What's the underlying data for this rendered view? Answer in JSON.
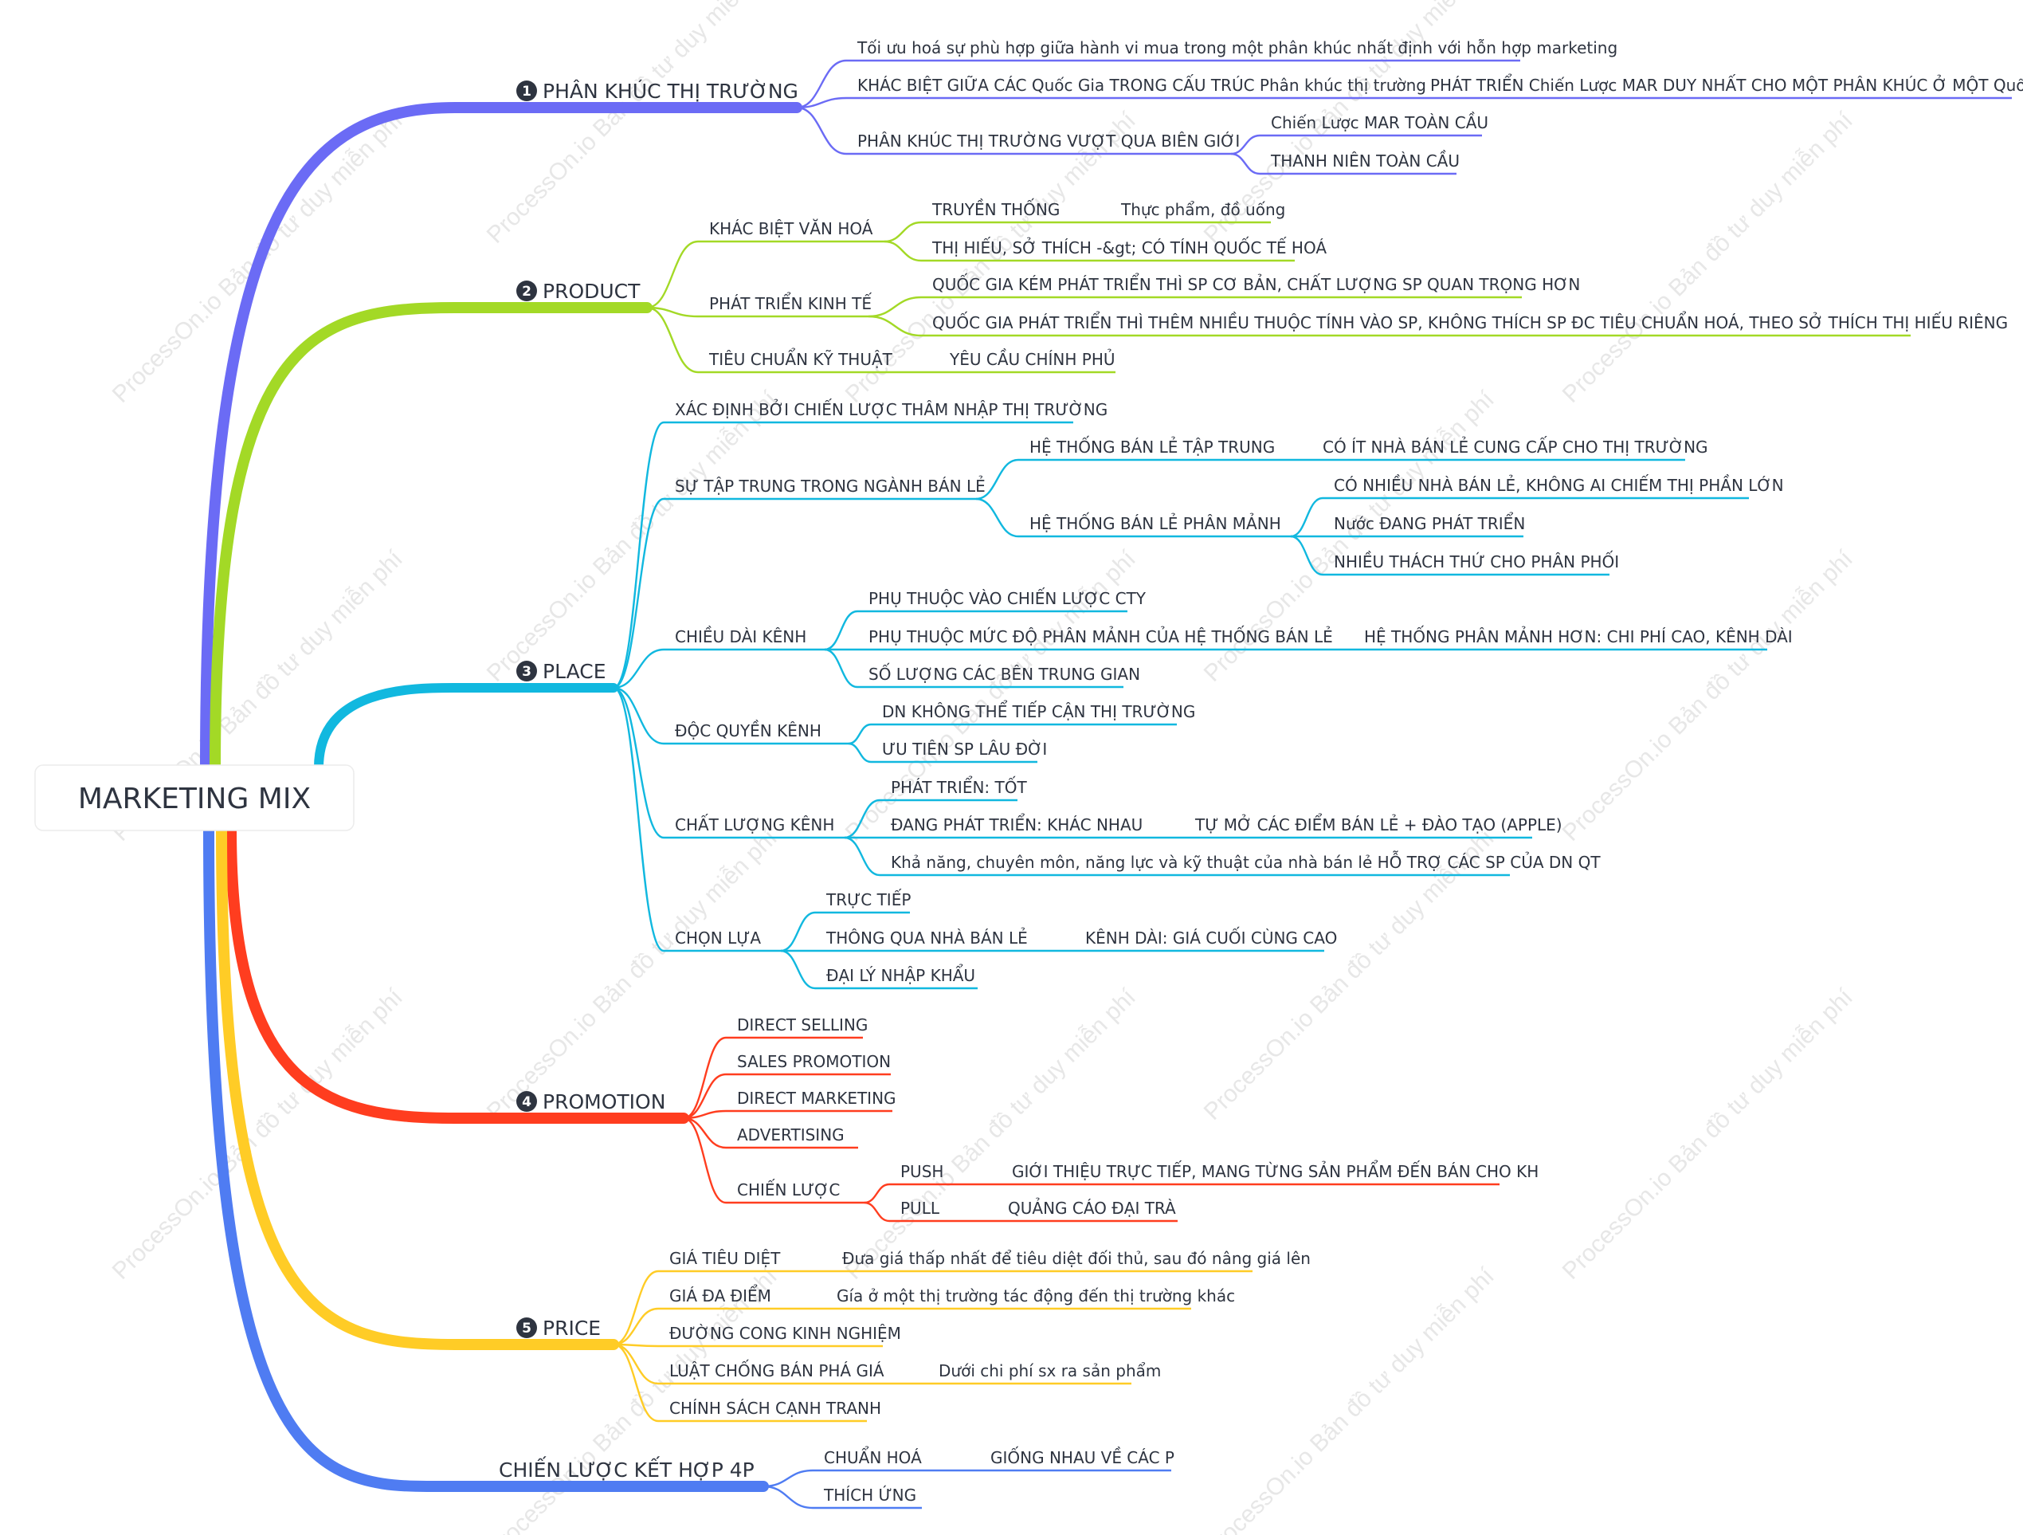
{
  "root": "MARKETING MIX",
  "watermark": "ProcessOn.io Bản đồ tư duy miễn phí",
  "branches": [
    {
      "number": "1",
      "label": "PHÂN KHÚC THỊ TRƯỜNG",
      "color": "#6b6bf5",
      "children": [
        {
          "label": "Tối ưu hoá sự phù hợp giữa hành vi mua trong một phân khúc nhất định với hỗn hợp marketing"
        },
        {
          "label": "KHÁC BIỆT GIỮA CÁC Quốc Gia TRONG CẤU TRÚC Phân khúc thị trường",
          "children": [
            {
              "label": "PHÁT TRIỂN Chiến Lược MAR DUY NHẤT CHO MỘT PHÂN KHÚC Ở MỘT Quốc Gia"
            }
          ]
        },
        {
          "label": "PHÂN KHÚC THỊ TRƯỜNG VƯỢT QUA BIÊN GIỚI",
          "children": [
            {
              "label": "Chiến Lược MAR TOÀN CẦU"
            },
            {
              "label": "THANH NIÊN TOÀN CẦU"
            }
          ]
        }
      ]
    },
    {
      "number": "2",
      "label": "PRODUCT",
      "color": "#a3d926",
      "children": [
        {
          "label": "KHÁC BIỆT VĂN HOÁ",
          "children": [
            {
              "label": "TRUYỀN THỐNG",
              "children": [
                {
                  "label": "Thực phẩm, đồ uống"
                }
              ]
            },
            {
              "label": "THỊ HIẾU, SỞ THÍCH -&gt; CÓ TÍNH QUỐC TẾ HOÁ"
            }
          ]
        },
        {
          "label": "PHÁT TRIỂN KINH TẾ",
          "children": [
            {
              "label": "QUỐC GIA KÉM PHÁT TRIỂN THÌ SP CƠ BẢN, CHẤT LƯỢNG SP QUAN TRỌNG HƠN"
            },
            {
              "label": "QUỐC GIA PHÁT TRIỂN THÌ THÊM NHIỀU THUỘC TÍNH VÀO SP, KHÔNG THÍCH SP ĐC TIÊU CHUẨN HOÁ, THEO SỞ THÍCH THỊ HIẾU RIÊNG"
            }
          ]
        },
        {
          "label": "TIÊU CHUẨN KỸ THUẬT",
          "children": [
            {
              "label": "YÊU CẦU CHÍNH PHỦ"
            }
          ]
        }
      ]
    },
    {
      "number": "3",
      "label": "PLACE",
      "color": "#11b8df",
      "children": [
        {
          "label": "XÁC ĐỊNH BỞI CHIẾN LƯỢC THÂM NHẬP THỊ TRƯỜNG"
        },
        {
          "label": "SỰ TẬP TRUNG TRONG NGÀNH BÁN LẺ",
          "children": [
            {
              "label": "HỆ THỐNG BÁN LẺ TẬP TRUNG",
              "children": [
                {
                  "label": "CÓ ÍT NHÀ BÁN LẺ CUNG CẤP CHO THỊ TRƯỜNG"
                }
              ]
            },
            {
              "label": "HỆ THỐNG BÁN LẺ PHÂN MẢNH",
              "children": [
                {
                  "label": "CÓ NHIỀU NHÀ BÁN LẺ, KHÔNG AI CHIẾM THỊ PHẦN LỚN"
                },
                {
                  "label": "Nước ĐANG PHÁT TRIỂN"
                },
                {
                  "label": "NHIỀU THÁCH THỨ CHO PHÂN PHỐI"
                }
              ]
            }
          ]
        },
        {
          "label": "CHIỀU DÀI KÊNH",
          "children": [
            {
              "label": "PHỤ THUỘC VÀO CHIẾN LƯỢC CTY"
            },
            {
              "label": "PHỤ THUỘC MỨC ĐỘ PHÂN MẢNH CỦA HỆ THỐNG BÁN LẺ",
              "children": [
                {
                  "label": "HỆ THỐNG PHÂN MẢNH HƠN: CHI PHÍ CAO, KÊNH DÀI"
                }
              ]
            },
            {
              "label": "SỐ LƯỢNG CÁC BÊN TRUNG GIAN"
            }
          ]
        },
        {
          "label": "ĐỘC QUYỀN KÊNH",
          "children": [
            {
              "label": "DN KHÔNG THỂ TIẾP CẬN THỊ TRƯỜNG"
            },
            {
              "label": "ƯU TIÊN SP LÂU ĐỜI"
            }
          ]
        },
        {
          "label": "CHẤT LƯỢNG KÊNH",
          "children": [
            {
              "label": "PHÁT TRIỂN: TỐT"
            },
            {
              "label": "ĐANG PHÁT TRIỂN: KHÁC NHAU",
              "children": [
                {
                  "label": "TỰ MỞ CÁC ĐIỂM BÁN LẺ + ĐÀO TẠO (APPLE)"
                }
              ]
            },
            {
              "label": "Khả năng, chuyên môn, năng lực và kỹ thuật của nhà bán lẻ HỖ TRỢ CÁC SP CỦA DN QT"
            }
          ]
        },
        {
          "label": "CHỌN LỰA",
          "children": [
            {
              "label": "TRỰC TIẾP"
            },
            {
              "label": "THÔNG QUA NHÀ BÁN LẺ",
              "children": [
                {
                  "label": "KÊNH DÀI: GIÁ CUỐI CÙNG CAO"
                }
              ]
            },
            {
              "label": "ĐẠI LÝ NHẬP KHẨU"
            }
          ]
        }
      ]
    },
    {
      "number": "4",
      "label": "PROMOTION",
      "color": "#ff3d1f",
      "children": [
        {
          "label": "DIRECT SELLING"
        },
        {
          "label": "SALES PROMOTION"
        },
        {
          "label": "DIRECT MARKETING"
        },
        {
          "label": "ADVERTISING"
        },
        {
          "label": "CHIẾN LƯỢC",
          "children": [
            {
              "label": "PUSH",
              "children": [
                {
                  "label": "GIỚI THIỆU TRỰC TIẾP, MANG TỪNG SẢN PHẨM ĐẾN BÁN CHO KH"
                }
              ]
            },
            {
              "label": "PULL",
              "children": [
                {
                  "label": "QUẢNG CÁO ĐẠI TRÀ"
                }
              ]
            }
          ]
        }
      ]
    },
    {
      "number": "5",
      "label": "PRICE",
      "color": "#ffcc26",
      "children": [
        {
          "label": "GIÁ TIÊU DIỆT",
          "children": [
            {
              "label": "Đưa giá thấp nhất để tiêu diệt đối thủ, sau đó nâng giá lên"
            }
          ]
        },
        {
          "label": "GIÁ ĐA ĐIỂM",
          "children": [
            {
              "label": "Gía ở một thị trường tác động đến thị trường khác"
            }
          ]
        },
        {
          "label": "ĐƯỜNG CONG KINH NGHIỆM"
        },
        {
          "label": "LUẬT CHỐNG BÁN PHÁ GIÁ",
          "children": [
            {
              "label": "Dưới chi phí sx ra sản phẩm"
            }
          ]
        },
        {
          "label": "CHÍNH SÁCH CẠNH TRANH"
        }
      ]
    },
    {
      "number": "",
      "label": "CHIẾN LƯỢC KẾT HỢP 4P",
      "color": "#4f7cf2",
      "children": [
        {
          "label": "CHUẨN HOÁ",
          "children": [
            {
              "label": "GIỐNG NHAU VỀ CÁC P"
            }
          ]
        },
        {
          "label": "THÍCH ỨNG"
        }
      ]
    }
  ]
}
